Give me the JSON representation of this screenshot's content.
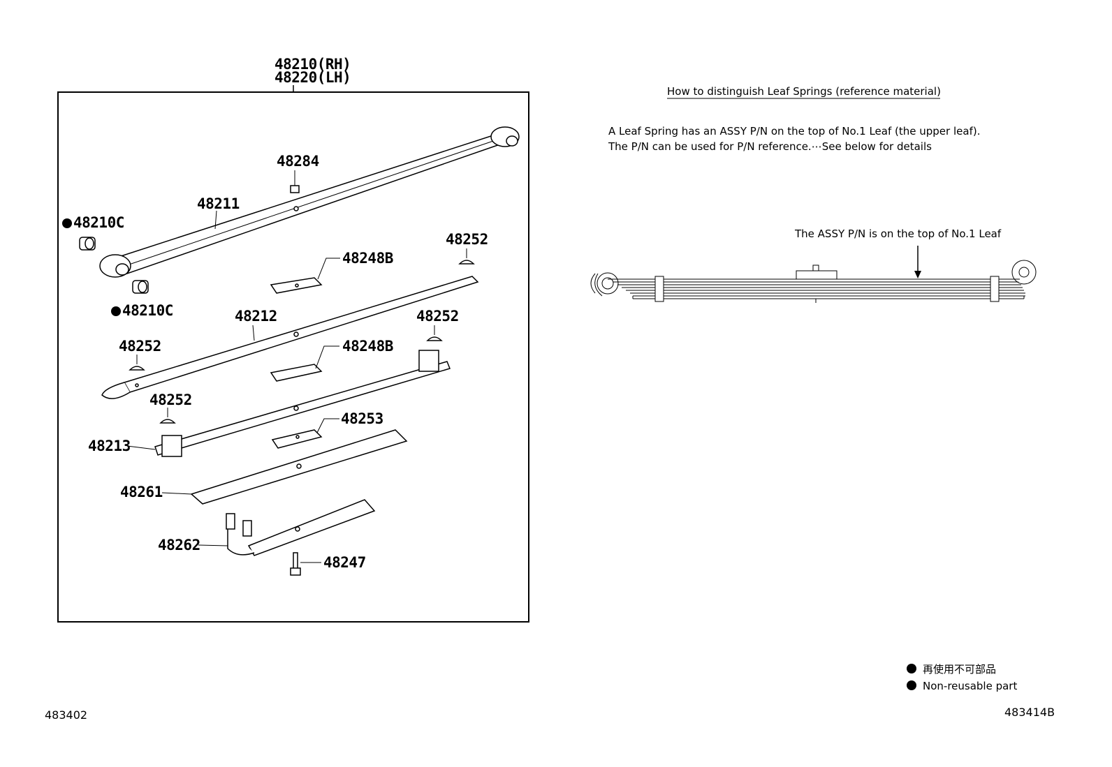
{
  "assembly": {
    "rh": "48210(RH)",
    "lh": "48220(LH)"
  },
  "callouts": {
    "p48284": "48284",
    "p48211": "48211",
    "p48210c_top": "48210C",
    "p48210c_bottom": "48210C",
    "p48252_a": "48252",
    "p48248b_a": "48248B",
    "p48212": "48212",
    "p48252_b": "48252",
    "p48252_c": "48252",
    "p48248b_b": "48248B",
    "p48252_d": "48252",
    "p48253": "48253",
    "p48213": "48213",
    "p48261": "48261",
    "p48262": "48262",
    "p48247": "48247"
  },
  "reference": {
    "title": "How to distinguish Leaf Springs (reference material)",
    "line1": "A Leaf Spring has an ASSY P/N on the top of No.1 Leaf (the upper leaf).",
    "line2": "The P/N can be used for P/N reference.⋯See below for details",
    "arrow_label": "The ASSY P/N is on the top of No.1 Leaf"
  },
  "legend": {
    "jp": "再使用不可部品",
    "en": "Non-reusable part"
  },
  "footer": {
    "left_code": "483402",
    "right_code": "483414B"
  }
}
